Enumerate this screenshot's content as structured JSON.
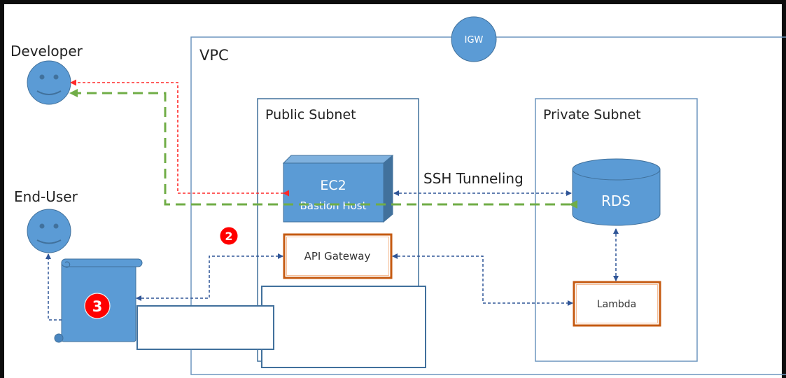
{
  "diagram": {
    "actors": {
      "developer": {
        "label": "Developer",
        "icon": "smiley-face-icon"
      },
      "end_user": {
        "label": "End-User",
        "icon": "smiley-face-icon"
      }
    },
    "igw": {
      "label": "IGW"
    },
    "vpc": {
      "label": "VPC"
    },
    "public_subnet": {
      "label": "Public Subnet"
    },
    "private_subnet": {
      "label": "Private Subnet"
    },
    "ec2": {
      "title": "EC2",
      "subtitle": "Bastion Host"
    },
    "rds": {
      "label": "RDS"
    },
    "api_gateway": {
      "label": "API Gateway"
    },
    "lambda": {
      "label": "Lambda"
    },
    "ssh_tunnel": {
      "label": "SSH Tunneling"
    },
    "badges": {
      "two": "2",
      "three": "3"
    },
    "overlays": {
      "big_box": "",
      "small_box": ""
    },
    "colors": {
      "shape_blue": "#5b9bd5",
      "shape_blue_dark": "#41719c",
      "container_border": "#6d96bf",
      "arrow_navy": "#2f5597",
      "red_dotted": "#ff2a2a",
      "green_dashed": "#70ad47",
      "service_border": "#c55a11",
      "badge_red": "#ff0000"
    }
  }
}
